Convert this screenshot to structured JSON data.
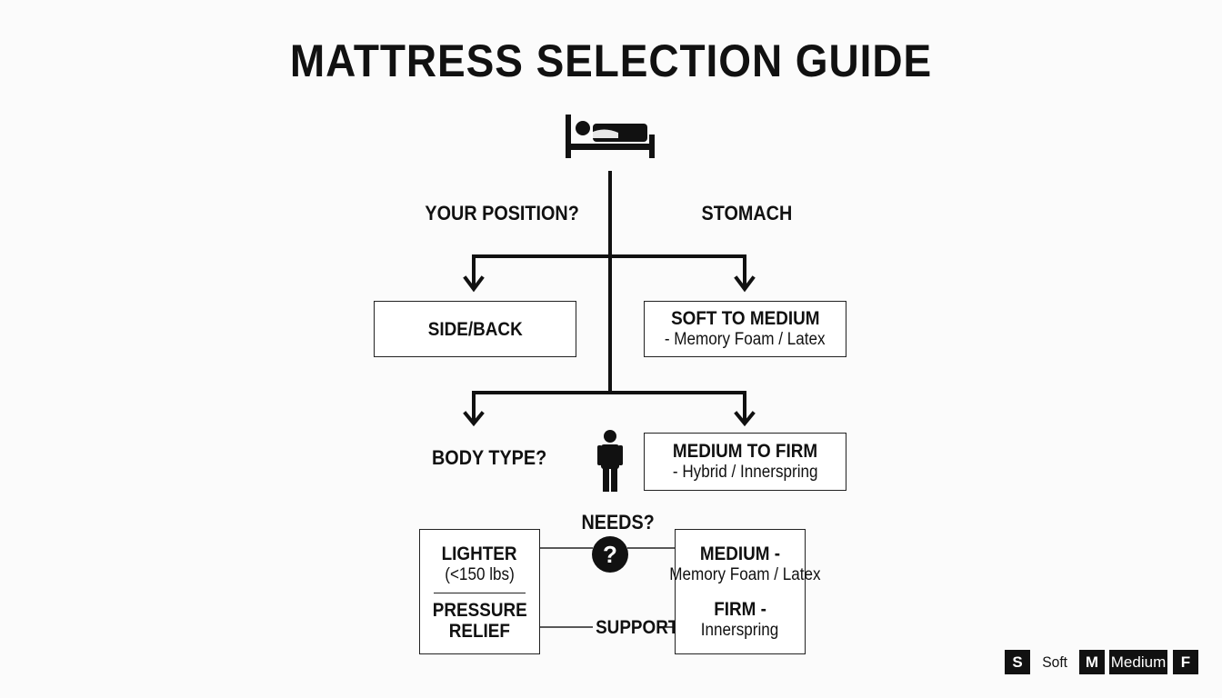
{
  "title": "MATTRESS SELECTION GUIDE",
  "labels": {
    "position_q": "YOUR POSITION?",
    "stomach": "STOMACH",
    "body_type_q": "BODY TYPE?",
    "needs_q": "NEEDS?",
    "support": "SUPPORT",
    "question_mark": "?"
  },
  "boxes": {
    "side_back": {
      "title": "SIDE/BACK"
    },
    "soft_medium": {
      "title": "SOFT TO MEDIUM",
      "sub": "- Memory Foam / Latex"
    },
    "medium_firm": {
      "title": "MEDIUM TO FIRM",
      "sub": "- Hybrid / Innerspring"
    },
    "lighter": {
      "title": "LIGHTER",
      "sub": "(<150 lbs)",
      "title2_line1": "PRESSURE",
      "title2_line2": "RELIEF"
    },
    "medium_firm_right": {
      "title": "MEDIUM -",
      "sub": "Memory Foam / Latex",
      "title2": "FIRM -",
      "sub2": "Innerspring"
    }
  },
  "legend": [
    {
      "key": "S",
      "label": "Soft"
    },
    {
      "key": "M",
      "label": "Medium"
    },
    {
      "key": "F",
      "label": ""
    }
  ],
  "icons": {
    "top": "bed-icon",
    "person": "person-icon"
  }
}
